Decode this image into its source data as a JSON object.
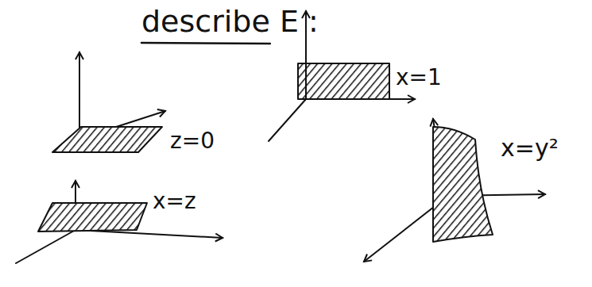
{
  "diagram": {
    "title": "describe E :",
    "labels": [
      "z=0",
      "x=1",
      "x=z",
      "x=y²"
    ]
  }
}
